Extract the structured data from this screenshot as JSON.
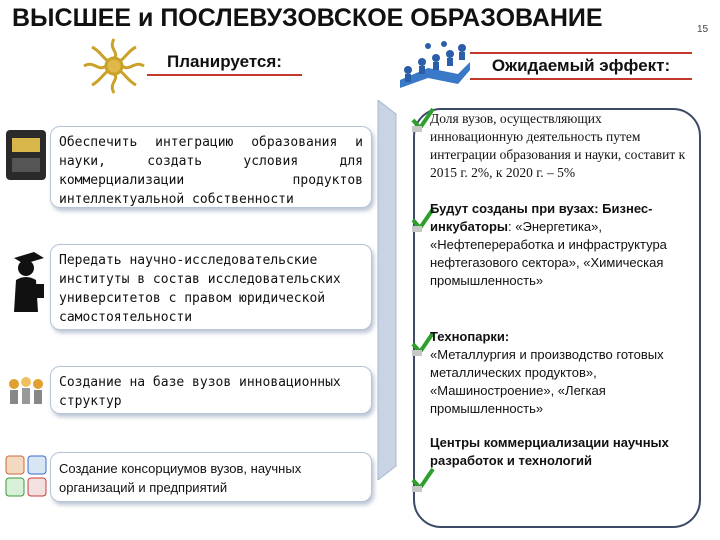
{
  "title": "ВЫСШЕЕ  и ПОСЛЕВУЗОВСКОЕ ОБРАЗОВАНИЕ",
  "slide_number": "15",
  "plan": {
    "heading": "Планируется:",
    "items": [
      "Обеспечить интеграцию образования и науки, создать условия для коммерциализации продуктов интеллектуальной собственности",
      "Передать научно-исследовательские институты в состав исследовательских университетов с правом юридической самостоятельности",
      "Создание на базе вузов инновационных структур",
      "Создание консорциумов вузов, научных организаций и предприятий"
    ]
  },
  "effect": {
    "heading": "Ожидаемый эффект:",
    "item1": "Доля вузов, осуществляющих инновационную деятельность путем интеграции образования и науки, составит к 2015 г. 2%, к 2020 г. – 5%",
    "item2_label": "Будут созданы при вузах: Бизнес-инкубаторы",
    "item2_text": ": «Энергетика», «Нефтепереработка и инфраструктура нефтегазового сектора», «Химическая промышленность»",
    "item3_label": "Технопарки:",
    "item3_text": "«Металлургия и производство готовых металлических продуктов», «Машиностроение», «Легкая промышленность»",
    "item4": "Центры коммерциализации научных разработок и технологий"
  },
  "colors": {
    "accent_red": "#c0392b",
    "check_green": "#2e9e2e",
    "box_border": "#3b4a66",
    "arrow_blue": "#b8c8dc"
  }
}
